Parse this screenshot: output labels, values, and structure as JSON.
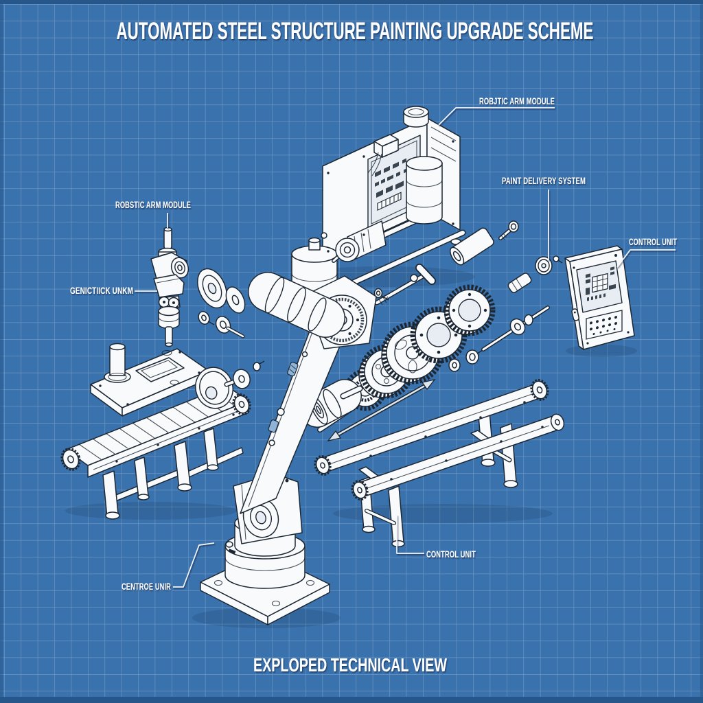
{
  "header": {
    "title": "AUTOMATED STEEL STRUCTURE PAINTING UPGRADE SCHEME"
  },
  "footer": {
    "title": "EXPLOPED TECHNICAL VIEW"
  },
  "callouts": [
    {
      "id": "robotic-arm-module-top",
      "text": "ROBJTIC ARM MODULE"
    },
    {
      "id": "paint-delivery-system",
      "text": "PAINT DELIVERY SYSTEM"
    },
    {
      "id": "control-unit-right",
      "text": "CONTROL UNIT"
    },
    {
      "id": "robotic-arm-module-left",
      "text": "ROBSTIC ARM MODULE"
    },
    {
      "id": "gear-module-left",
      "text": "GENICTIICK UNKM"
    },
    {
      "id": "control-unit-bottom",
      "text": "CONTROL UNIT"
    },
    {
      "id": "robot-base",
      "text": "CENTROE UNIR"
    }
  ],
  "colors": {
    "background": "#3a72ad",
    "grid_line": "#9db9d6",
    "edge_band": "#27578a",
    "line_ink": "#1c2733",
    "part_fill": "#f9fafb",
    "label_text": "#ffffff",
    "vent_blue": "#8fb3d6"
  }
}
